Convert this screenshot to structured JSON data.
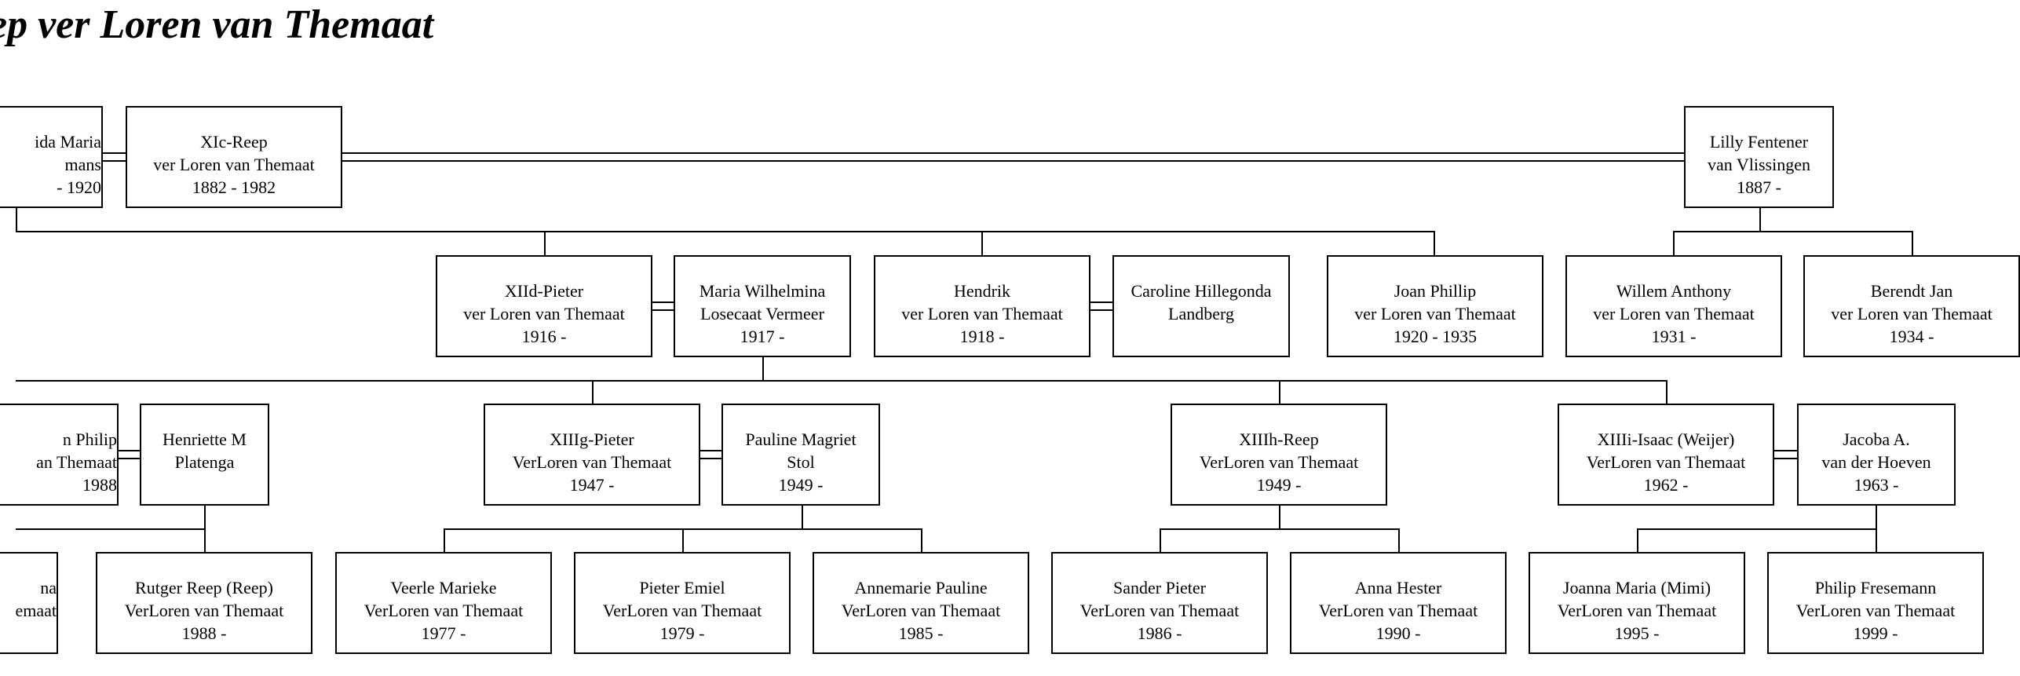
{
  "title": "ep ver Loren van Themaat",
  "persons": {
    "p_ada": [
      "ida Maria",
      "mans",
      "- 1920"
    ],
    "p_xic": [
      "XIc-Reep",
      "ver Loren van Themaat",
      "1882 - 1982"
    ],
    "p_lilly": [
      "Lilly Fentener",
      "van Vlissingen",
      "1887 -"
    ],
    "p_xiid": [
      "XIId-Pieter",
      "ver Loren van Themaat",
      "1916 -"
    ],
    "p_maria": [
      "Maria Wilhelmina",
      "Losecaat Vermeer",
      "1917 -"
    ],
    "p_hendrik": [
      "Hendrik",
      "ver Loren van Themaat",
      "1918 -"
    ],
    "p_caroline": [
      "Caroline Hillegonda",
      "Landberg",
      ""
    ],
    "p_joan": [
      "Joan Phillip",
      "ver Loren van Themaat",
      "1920 - 1935"
    ],
    "p_willem": [
      "Willem Anthony",
      "ver Loren van Themaat",
      "1931 -"
    ],
    "p_berendt": [
      "Berendt Jan",
      "ver Loren van Themaat",
      "1934 -"
    ],
    "p_philip_cut": [
      "n Philip",
      "an Themaat",
      "1988"
    ],
    "p_henriette": [
      "Henriette M",
      "Platenga",
      ""
    ],
    "p_xiiig": [
      "XIIIg-Pieter",
      "VerLoren van Themaat",
      "1947 -"
    ],
    "p_pauline": [
      "Pauline Magriet",
      "Stol",
      "1949 -"
    ],
    "p_xiiih": [
      "XIIIh-Reep",
      "VerLoren van Themaat",
      "1949 -"
    ],
    "p_xiiii": [
      "XIIIi-Isaac (Weijer)",
      "VerLoren van Themaat",
      "1962 -"
    ],
    "p_jacoba": [
      "Jacoba A.",
      "van der Hoeven",
      "1963 -"
    ],
    "p_na_cut": [
      "na",
      "emaat",
      ""
    ],
    "p_rutger": [
      "Rutger Reep (Reep)",
      "VerLoren van Themaat",
      "1988 -"
    ],
    "p_veerle": [
      "Veerle Marieke",
      "VerLoren van Themaat",
      "1977 -"
    ],
    "p_pieter_emiel": [
      "Pieter Emiel",
      "VerLoren van Themaat",
      "1979 -"
    ],
    "p_annemarie": [
      "Annemarie Pauline",
      "VerLoren van Themaat",
      "1985 -"
    ],
    "p_sander": [
      "Sander Pieter",
      "VerLoren van Themaat",
      "1986 -"
    ],
    "p_anna": [
      "Anna Hester",
      "VerLoren van Themaat",
      "1990 -"
    ],
    "p_joanna": [
      "Joanna Maria (Mimi)",
      "VerLoren van Themaat",
      "1995 -"
    ],
    "p_philip_f": [
      "Philip Fresemann",
      "VerLoren van Themaat",
      "1999 -"
    ]
  }
}
